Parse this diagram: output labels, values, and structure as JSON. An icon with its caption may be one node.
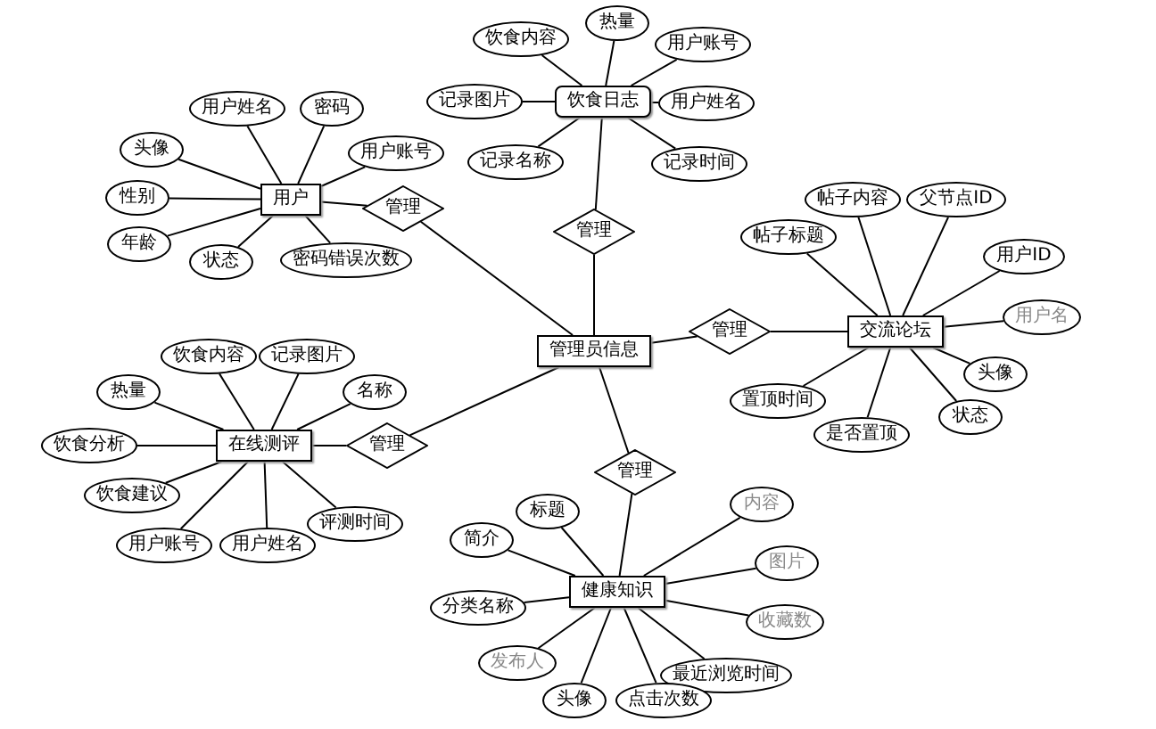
{
  "diagram": {
    "nodes": [
      {
        "text": [
          "管理员信息"
        ]
      },
      {
        "text": [
          "饮食日志"
        ]
      },
      {
        "text": [
          "饮食内容"
        ]
      },
      {
        "text": [
          "热量"
        ]
      },
      {
        "text": [
          "用户账号"
        ]
      },
      {
        "text": [
          "记录图片"
        ]
      },
      {
        "text": [
          "用户姓名"
        ]
      },
      {
        "text": [
          "记录名称"
        ]
      },
      {
        "text": [
          "记录时间"
        ]
      },
      {
        "text": [
          "管理"
        ]
      },
      {
        "text": [
          "用户"
        ]
      },
      {
        "text": [
          "用户姓名"
        ]
      },
      {
        "text": [
          "密码"
        ]
      },
      {
        "text": [
          "头像"
        ]
      },
      {
        "text": [
          "用户账号"
        ]
      },
      {
        "text": [
          "性别"
        ]
      },
      {
        "text": [
          "年龄"
        ]
      },
      {
        "text": [
          "状态"
        ]
      },
      {
        "text": [
          "密码错误次数"
        ]
      },
      {
        "text": [
          "管理"
        ]
      },
      {
        "text": [
          "交流论坛"
        ]
      },
      {
        "text": [
          "帖子内容"
        ]
      },
      {
        "text": [
          "父节点ID"
        ]
      },
      {
        "text": [
          "帖子标题"
        ]
      },
      {
        "text": [
          "用户ID"
        ]
      },
      {
        "text": [
          "用户名"
        ]
      },
      {
        "text": [
          "头像"
        ]
      },
      {
        "text": [
          "状态"
        ]
      },
      {
        "text": [
          "置顶时间"
        ]
      },
      {
        "text": [
          "是否置顶"
        ]
      },
      {
        "text": [
          "管理"
        ]
      },
      {
        "text": [
          "在线测评"
        ]
      },
      {
        "text": [
          "饮食内容"
        ]
      },
      {
        "text": [
          "记录图片"
        ]
      },
      {
        "text": [
          "热量"
        ]
      },
      {
        "text": [
          "名称"
        ]
      },
      {
        "text": [
          "饮食分析"
        ]
      },
      {
        "text": [
          "饮食建议"
        ]
      },
      {
        "text": [
          "评测时间"
        ]
      },
      {
        "text": [
          "用户账号"
        ]
      },
      {
        "text": [
          "用户姓名"
        ]
      },
      {
        "text": [
          "管理"
        ]
      },
      {
        "text": [
          "健康知识"
        ]
      },
      {
        "text": [
          "标题"
        ]
      },
      {
        "text": [
          "内容"
        ]
      },
      {
        "text": [
          "简介"
        ]
      },
      {
        "text": [
          "图片"
        ]
      },
      {
        "text": [
          "分类名称"
        ]
      },
      {
        "text": [
          "收藏数"
        ]
      },
      {
        "text": [
          "发布人"
        ]
      },
      {
        "text": [
          "最近浏览时间"
        ]
      },
      {
        "text": [
          "头像"
        ]
      },
      {
        "text": [
          "点击次数"
        ]
      },
      {
        "text": [
          "管理"
        ]
      }
    ],
    "edges": [
      {
        "from": 0,
        "to": 9,
        "arrow": "none"
      },
      {
        "from": 9,
        "to": 1,
        "arrow": "none"
      },
      {
        "from": 1,
        "to": 2,
        "arrow": "none"
      },
      {
        "from": 1,
        "to": 3,
        "arrow": "none"
      },
      {
        "from": 1,
        "to": 4,
        "arrow": "none"
      },
      {
        "from": 1,
        "to": 5,
        "arrow": "none"
      },
      {
        "from": 1,
        "to": 6,
        "arrow": "none"
      },
      {
        "from": 1,
        "to": 7,
        "arrow": "none"
      },
      {
        "from": 1,
        "to": 8,
        "arrow": "none"
      },
      {
        "from": 0,
        "to": 19,
        "arrow": "none"
      },
      {
        "from": 19,
        "to": 10,
        "arrow": "none"
      },
      {
        "from": 10,
        "to": 11,
        "arrow": "none"
      },
      {
        "from": 10,
        "to": 12,
        "arrow": "none"
      },
      {
        "from": 10,
        "to": 13,
        "arrow": "none"
      },
      {
        "from": 10,
        "to": 14,
        "arrow": "none"
      },
      {
        "from": 10,
        "to": 15,
        "arrow": "none"
      },
      {
        "from": 10,
        "to": 16,
        "arrow": "none"
      },
      {
        "from": 10,
        "to": 17,
        "arrow": "none"
      },
      {
        "from": 10,
        "to": 18,
        "arrow": "none"
      },
      {
        "from": 0,
        "to": 30,
        "arrow": "none"
      },
      {
        "from": 30,
        "to": 20,
        "arrow": "none"
      },
      {
        "from": 20,
        "to": 21,
        "arrow": "none"
      },
      {
        "from": 20,
        "to": 22,
        "arrow": "none"
      },
      {
        "from": 20,
        "to": 23,
        "arrow": "none"
      },
      {
        "from": 20,
        "to": 24,
        "arrow": "none"
      },
      {
        "from": 20,
        "to": 25,
        "arrow": "none"
      },
      {
        "from": 20,
        "to": 26,
        "arrow": "none"
      },
      {
        "from": 20,
        "to": 27,
        "arrow": "none"
      },
      {
        "from": 20,
        "to": 28,
        "arrow": "none"
      },
      {
        "from": 20,
        "to": 29,
        "arrow": "none"
      },
      {
        "from": 0,
        "to": 41,
        "arrow": "none"
      },
      {
        "from": 41,
        "to": 31,
        "arrow": "none"
      },
      {
        "from": 31,
        "to": 32,
        "arrow": "none"
      },
      {
        "from": 31,
        "to": 33,
        "arrow": "none"
      },
      {
        "from": 31,
        "to": 34,
        "arrow": "none"
      },
      {
        "from": 31,
        "to": 35,
        "arrow": "none"
      },
      {
        "from": 31,
        "to": 36,
        "arrow": "none"
      },
      {
        "from": 31,
        "to": 37,
        "arrow": "none"
      },
      {
        "from": 31,
        "to": 38,
        "arrow": "none"
      },
      {
        "from": 31,
        "to": 39,
        "arrow": "none"
      },
      {
        "from": 31,
        "to": 40,
        "arrow": "none"
      },
      {
        "from": 0,
        "to": 53,
        "arrow": "none"
      },
      {
        "from": 53,
        "to": 42,
        "arrow": "none"
      },
      {
        "from": 42,
        "to": 43,
        "arrow": "none"
      },
      {
        "from": 42,
        "to": 44,
        "arrow": "none"
      },
      {
        "from": 42,
        "to": 45,
        "arrow": "none"
      },
      {
        "from": 42,
        "to": 46,
        "arrow": "none"
      },
      {
        "from": 42,
        "to": 47,
        "arrow": "none"
      },
      {
        "from": 42,
        "to": 48,
        "arrow": "none"
      },
      {
        "from": 42,
        "to": 49,
        "arrow": "none"
      },
      {
        "from": 42,
        "to": 50,
        "arrow": "none"
      },
      {
        "from": 42,
        "to": 51,
        "arrow": "none"
      },
      {
        "from": 42,
        "to": 52,
        "arrow": "none"
      }
    ]
  }
}
